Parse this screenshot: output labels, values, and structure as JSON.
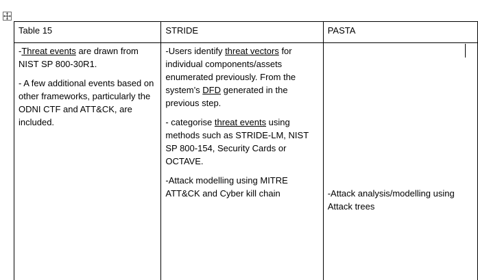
{
  "table": {
    "headers": [
      "Table 15",
      "STRIDE",
      "PASTA"
    ],
    "col1": {
      "p1": {
        "prefix": "-",
        "link": "Threat events",
        "rest": " are drawn from NIST SP 800-30R1."
      },
      "p2": "- A few additional events based on other frameworks, particularly the ODNI CTF and ATT&CK, are included."
    },
    "col2": {
      "p1": {
        "prefix": "-Users identify ",
        "link1": "threat vectors",
        "mid": " for individual components/assets enumerated previously. From the system’s ",
        "link2": "DFD",
        "rest": " generated in the previous step."
      },
      "p2": {
        "prefix": "- categorise ",
        "link": "threat events",
        "rest": " using methods such as STRIDE-LM, NIST SP 800-154, Security Cards or OCTAVE."
      },
      "p3": "-Attack modelling using MITRE ATT&CK and Cyber kill chain"
    },
    "col3": {
      "p1": "-Attack analysis/modelling using Attack trees"
    }
  }
}
